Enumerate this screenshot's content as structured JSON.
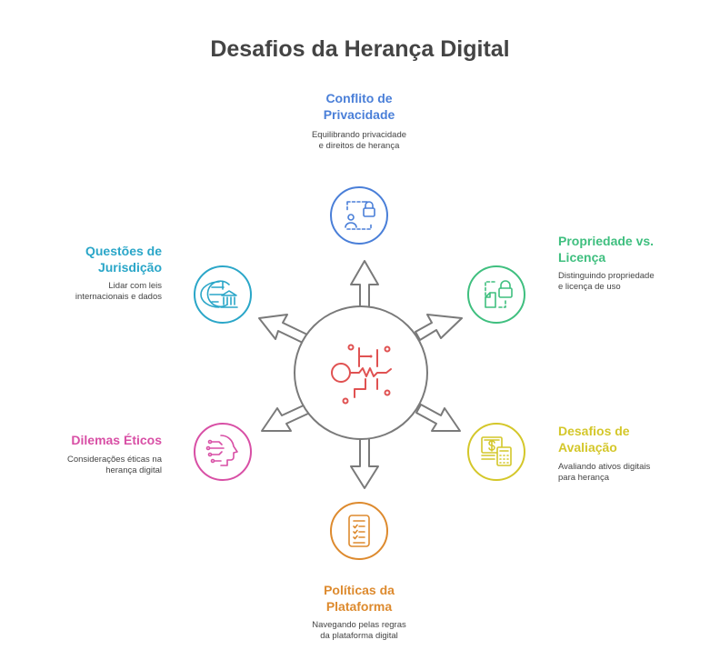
{
  "title": "Desafios da Herança Digital",
  "colors": {
    "arrow_stroke": "#7a7a7a",
    "center_icon": "#e05252",
    "privacy": "#4a7fd8",
    "property": "#3fbf7f",
    "valuation": "#d4c72a",
    "platform": "#dd8a2e",
    "ethics": "#d84fa5",
    "jurisdiction": "#2aa6c8"
  },
  "nodes": {
    "privacy": {
      "title": "Conflito de Privacidade",
      "desc": "Equilibrando privacidade e direitos de herança",
      "icon": "person-lock-icon"
    },
    "property": {
      "title": "Propriedade vs. Licença",
      "desc": "Distinguindo propriedade e licença de uso",
      "icon": "document-lock-icon"
    },
    "valuation": {
      "title": "Desafios de Avaliação",
      "desc": "Avaliando ativos digitais para herança",
      "icon": "money-calculator-icon"
    },
    "platform": {
      "title": "Políticas da Plataforma",
      "desc": "Navegando pelas regras da plataforma digital",
      "icon": "phone-checklist-icon"
    },
    "ethics": {
      "title": "Dilemas Éticos",
      "desc": "Considerações éticas na herança digital",
      "icon": "ai-head-icon"
    },
    "jurisdiction": {
      "title": "Questões de Jurisdição",
      "desc": "Lidar com leis internacionais e dados",
      "icon": "globe-bank-icon"
    }
  },
  "center": {
    "icon": "digital-key-icon"
  }
}
